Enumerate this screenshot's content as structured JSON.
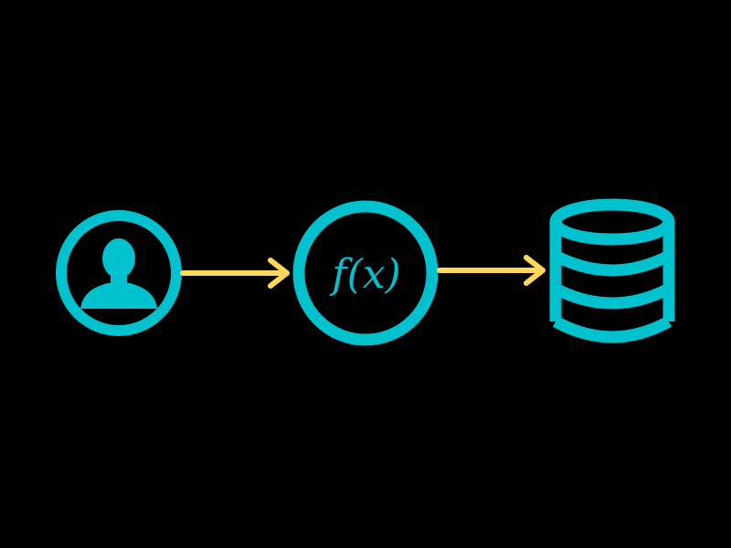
{
  "colors": {
    "background": "#000000",
    "node": "#00c2cf",
    "arrow": "#ffd75a"
  },
  "nodes": [
    {
      "id": "user",
      "icon": "user-icon"
    },
    {
      "id": "function",
      "icon": "function-icon",
      "label": "f(x)"
    },
    {
      "id": "database",
      "icon": "database-icon"
    }
  ],
  "edges": [
    {
      "from": "user",
      "to": "function"
    },
    {
      "from": "function",
      "to": "database"
    }
  ]
}
